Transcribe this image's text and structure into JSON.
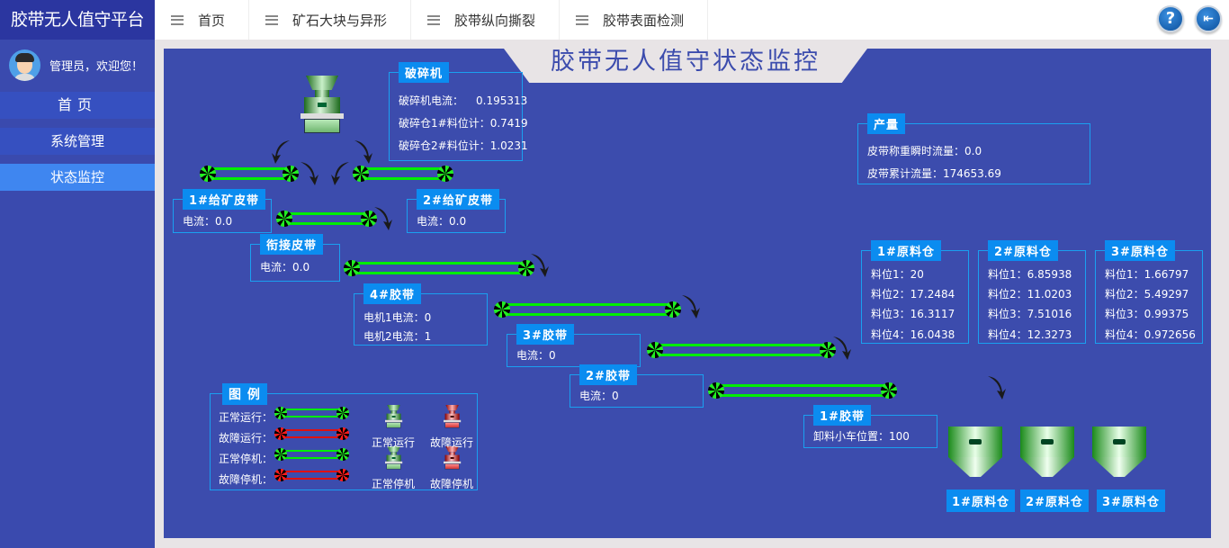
{
  "app": {
    "brand": "胶带无人值守平台",
    "topnav": [
      {
        "label": "首页"
      },
      {
        "label": "矿石大块与异形"
      },
      {
        "label": "胶带纵向撕裂"
      },
      {
        "label": "胶带表面检测"
      }
    ],
    "help_icon": "?",
    "logout_icon": "⇤"
  },
  "sidebar": {
    "welcome": "管理员，欢迎您！",
    "items": [
      {
        "label": "首页",
        "active": false
      },
      {
        "label": "系统管理",
        "active": false
      },
      {
        "label": "状态监控",
        "active": true
      }
    ]
  },
  "page": {
    "title": "胶带无人值守状态监控"
  },
  "crusher": {
    "title": "破碎机",
    "rows": [
      {
        "label": "破碎机电流：",
        "value": "0.195313"
      },
      {
        "label": "破碎仓1#料位计：",
        "value": "0.7419"
      },
      {
        "label": "破碎仓2#料位计：",
        "value": "1.0231"
      }
    ]
  },
  "belts": {
    "feeder1": {
      "title": "1#给矿皮带",
      "rows": [
        "电流：0.0"
      ]
    },
    "feeder2": {
      "title": "2#给矿皮带",
      "rows": [
        "电流：0.0"
      ]
    },
    "transfer": {
      "title": "衔接皮带",
      "rows": [
        "电流：0.0"
      ]
    },
    "belt4": {
      "title": "4#胶带",
      "rows": [
        "电机1电流：0",
        "电机2电流：1"
      ]
    },
    "belt3": {
      "title": "3#胶带",
      "rows": [
        "电流：0"
      ]
    },
    "belt2": {
      "title": "2#胶带",
      "rows": [
        "电流：0"
      ]
    },
    "belt1": {
      "title": "1#胶带",
      "rows": [
        "卸料小车位置：100"
      ]
    }
  },
  "output": {
    "title": "产量",
    "rows": [
      "皮带称重瞬时流量：0.0",
      "皮带累计流量：174653.69"
    ]
  },
  "bins": [
    {
      "title": "1#原料仓",
      "rows": [
        "料位1：20",
        "料位2：17.2484",
        "料位3：16.3117",
        "料位4：16.0438"
      ]
    },
    {
      "title": "2#原料仓",
      "rows": [
        "料位1：6.85938",
        "料位2：11.0203",
        "料位3：7.51016",
        "料位4：12.3273"
      ]
    },
    {
      "title": "3#原料仓",
      "rows": [
        "料位1：1.66797",
        "料位2：5.49297",
        "料位3：0.99375",
        "料位4：0.972656"
      ]
    }
  ],
  "silo_labels": [
    "1#原料仓",
    "2#原料仓",
    "3#原料仓"
  ],
  "legend": {
    "title": "图 例",
    "belt_states": [
      "正常运行：",
      "故障运行：",
      "正常停机：",
      "故障停机："
    ],
    "crusher_states": [
      "正常运行",
      "故障运行",
      "正常停机",
      "故障停机"
    ]
  },
  "colors": {
    "brand_bg": "#2b36a0",
    "panel_bg": "#3c4cad",
    "accent": "#0b8cf0",
    "running": "#00ee00",
    "fault": "#e01010"
  }
}
